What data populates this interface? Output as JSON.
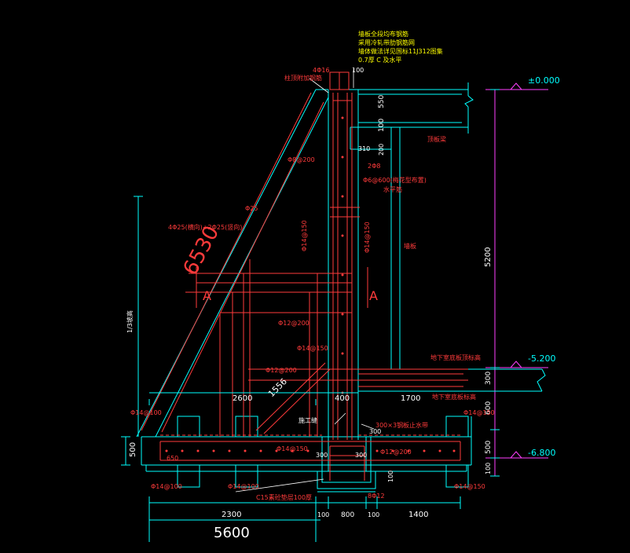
{
  "notes": [
    "墙板全段均布钢筋",
    "采用冷轧带肋钢筋网",
    "墙体做法详见国标11J312图集",
    "0.7厚 C 及水平"
  ],
  "top_rebar": "4Φ16",
  "top_label": "柱顶附加钢筋",
  "top_dim": "100",
  "elevations": {
    "top": "±0.000",
    "mid": "-5.200",
    "bottom": "-6.800"
  },
  "right_dims": {
    "h550": "550",
    "h100": "100",
    "h5200": "5200",
    "h300": "300",
    "h600": "600",
    "h500": "500",
    "h100b": "100"
  },
  "small_dims": {
    "d310": "310",
    "d200": "200",
    "d2c8": "2Φ8",
    "d300a": "300",
    "d300b": "300",
    "d300c": "300",
    "d100": "100"
  },
  "labels": {
    "top_slab": "顶板梁",
    "wall_plate": "墙板",
    "stirrup": "Φ6@600(梅花型布置)",
    "stirrup2": "水平筋",
    "bottom_beam_top": "地下室底板顶标高",
    "bottom_beam": "地下室底板标高",
    "construction": "施工缝",
    "waterstop": "300×3钢板止水带",
    "cushion": "C15素砼垫层100厚"
  },
  "rebar": {
    "r1": "Φ8@200",
    "r2": "Φ14@150",
    "r3": "Φ25",
    "r4": "4Φ25(横向)+2Φ25(竖向)",
    "r5": "Φ12@200",
    "r6": "Φ14@150",
    "r7": "Φ12@200",
    "r8": "Φ14@100",
    "r9": "Φ14@150",
    "r10": "Φ12@200",
    "r11": "Φ14@100",
    "r12": "Φ14@150",
    "r13": "Φ14@150",
    "r14": "Φ14@100",
    "r15": "8Φ12",
    "r16": "Φ14@150"
  },
  "diag_len": "6530",
  "section_mark": "A",
  "side_note": "1/3坡高",
  "dims": {
    "d2600": "2600",
    "d400": "400",
    "d1700": "1700",
    "d1556": "1556",
    "d650": "650",
    "d500": "500",
    "d2300": "2300",
    "d100a": "100",
    "d800": "800",
    "d100b": "100",
    "d1400": "1400",
    "d5600": "5600",
    "d600": "600"
  }
}
